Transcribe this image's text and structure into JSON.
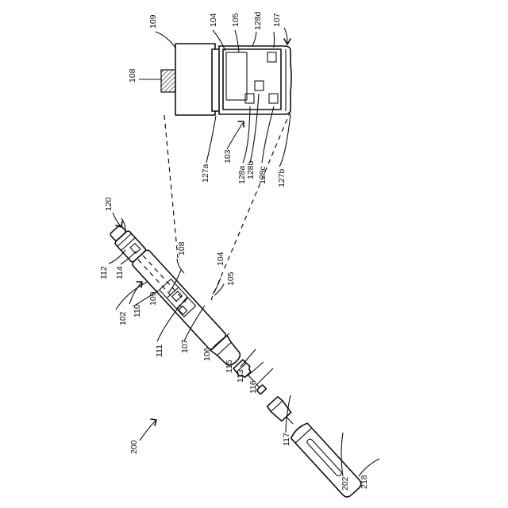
{
  "figure": {
    "labels": {
      "l200": "200",
      "l120": "120",
      "l112": "112",
      "l114": "114",
      "l102": "102",
      "l110": "110",
      "l109a": "109",
      "l108a": "108",
      "l111": "111",
      "l107a": "107",
      "l106": "106",
      "l105a": "105",
      "l104a": "104",
      "l115": "115",
      "l113": "113",
      "l116": "116",
      "l117": "117",
      "l202": "202",
      "l218": "218",
      "l109b": "109",
      "l108b": "108",
      "l104b": "104",
      "l105b": "105",
      "l128d": "128d",
      "l107b": "107",
      "l127a": "127a",
      "l103": "103",
      "l128a": "128a",
      "l128b": "128b",
      "l128c": "128c",
      "l127b": "127b"
    }
  }
}
